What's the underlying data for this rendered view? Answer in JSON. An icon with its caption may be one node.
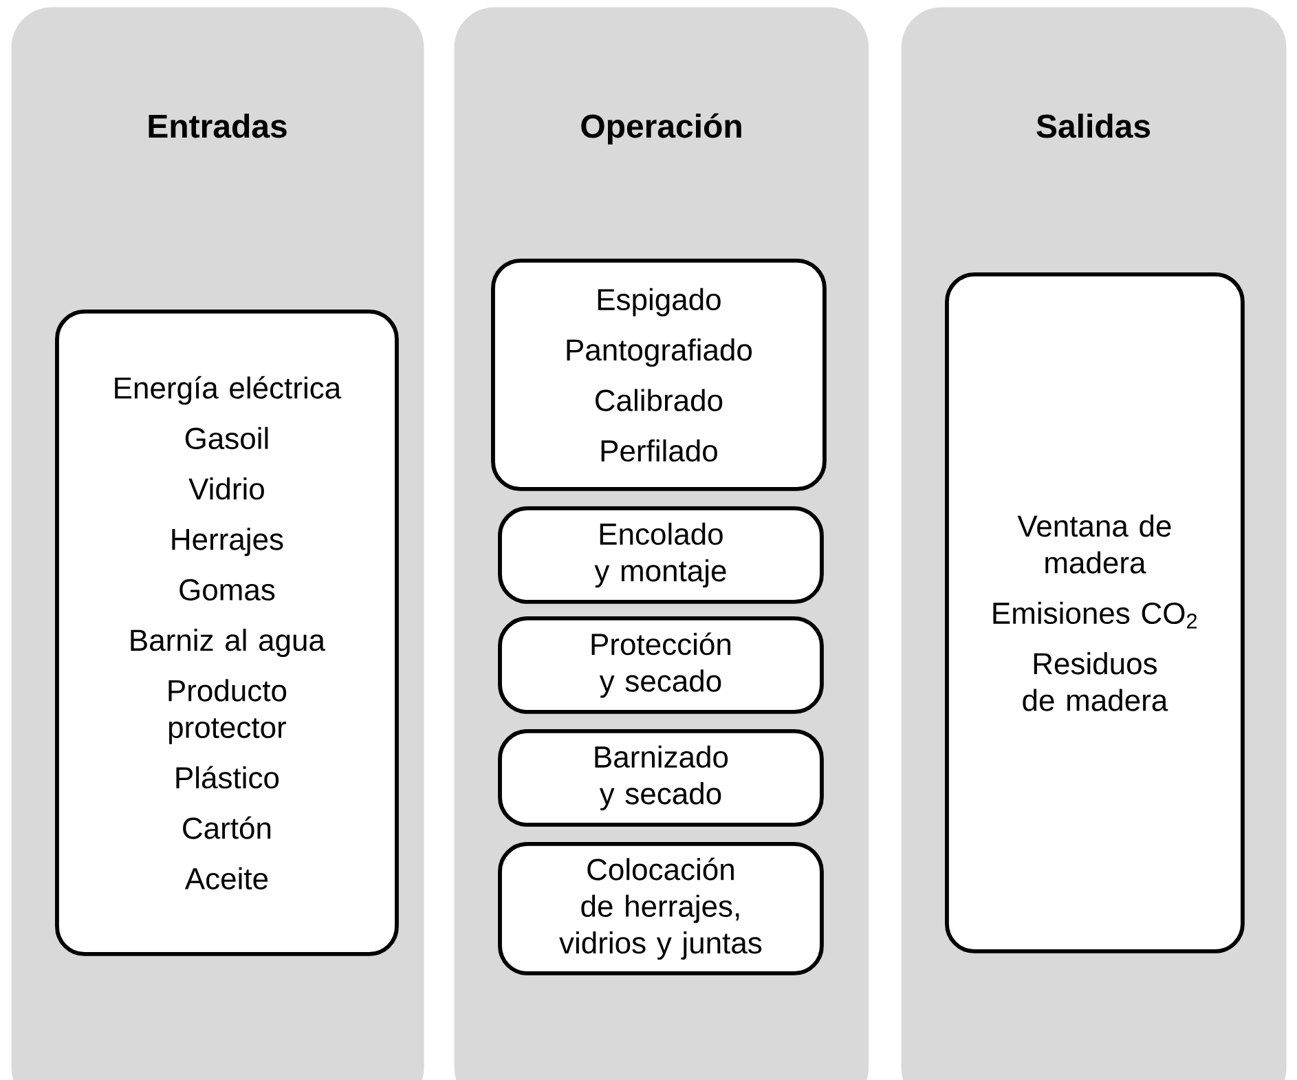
{
  "diagram": {
    "nodes": [
      {
        "text": [
          "Entradas"
        ]
      },
      {
        "text": [
          "Energía eléctrica",
          "Gasoil",
          "Vidrio",
          "Herrajes",
          "Gomas",
          "Barniz al agua",
          "Producto protector",
          "Plástico",
          "Cartón",
          "Aceite"
        ],
        "in": 0
      },
      {
        "text": [
          "Operación"
        ]
      },
      {
        "text": [
          "Espigado",
          "Pantografiado",
          "Calibrado",
          "Perfilado"
        ],
        "in": 2
      },
      {
        "text": [
          "Encolado y montaje"
        ],
        "in": 2
      },
      {
        "text": [
          "Protección y secado"
        ],
        "in": 2
      },
      {
        "text": [
          "Barnizado y secado"
        ],
        "in": 2
      },
      {
        "text": [
          "Colocación de herrajes, vidrios y juntas"
        ],
        "in": 2
      },
      {
        "text": [
          "Salidas"
        ]
      },
      {
        "text": [
          "Ventana de madera",
          "Emisiones CO$_{2}$",
          "Residuos de madera"
        ],
        "in": 8
      }
    ]
  }
}
